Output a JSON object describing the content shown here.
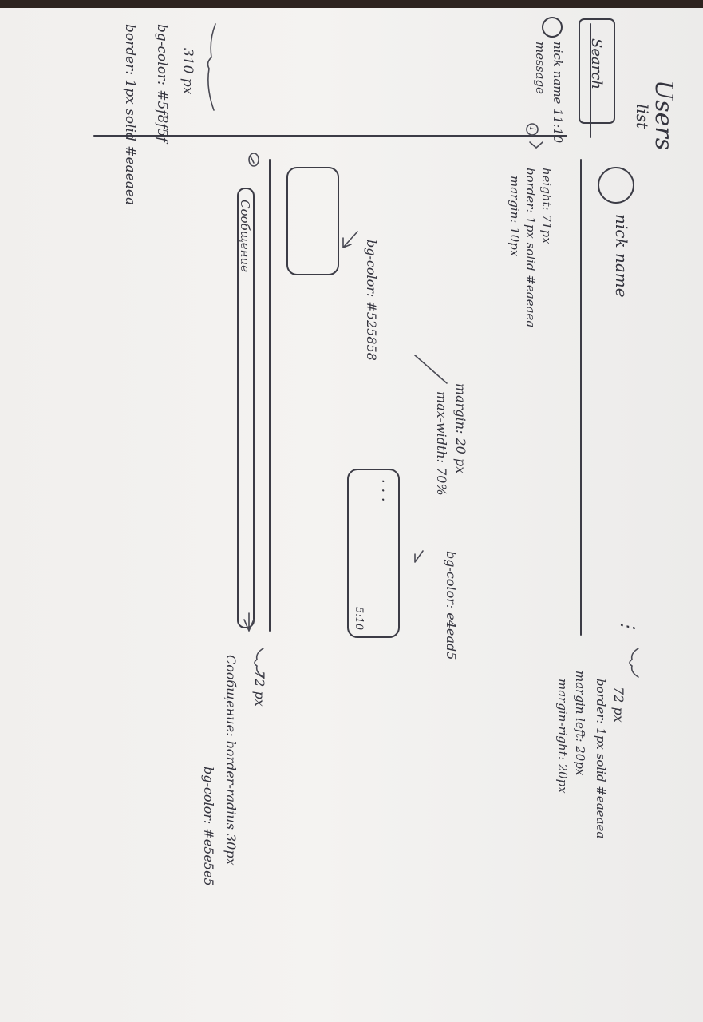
{
  "sketch": {
    "title": "Users",
    "sidebar_label": "list",
    "search_label": "Search",
    "user_row": {
      "name": "nick name",
      "time": "11:10",
      "message": "message",
      "badge": "1"
    },
    "sidebar_note": {
      "width": "310 px",
      "bg": "bg-color: #5f8f5f",
      "border": "border: 1px solid #eaeaea"
    },
    "sidebar_item_note": {
      "height": "height: 71px",
      "border": "border: 1px solid #eaeaea",
      "margin": "margin: 10px"
    },
    "header": {
      "name": "nick name",
      "more": "⋮",
      "height": "72 px",
      "border": "border: 1px solid #eaeaea",
      "margin_left": "margin left: 20px",
      "margin_right": "margin-right: 20px"
    },
    "incoming_note": "bg-color: #525858",
    "bubble_note": {
      "margin": "margin: 20 px",
      "max_width": "max-width: 70%"
    },
    "outgoing_note": "bg-color: e4ead5",
    "outgoing_bubble": {
      "dots": "· · ·",
      "time": "5:10"
    },
    "composer": {
      "placeholder": "Сообщение",
      "height": "72 px",
      "note_radius": "Сообщение: border-radius 30px",
      "note_bg": "bg-color: #e5e5e5"
    }
  }
}
